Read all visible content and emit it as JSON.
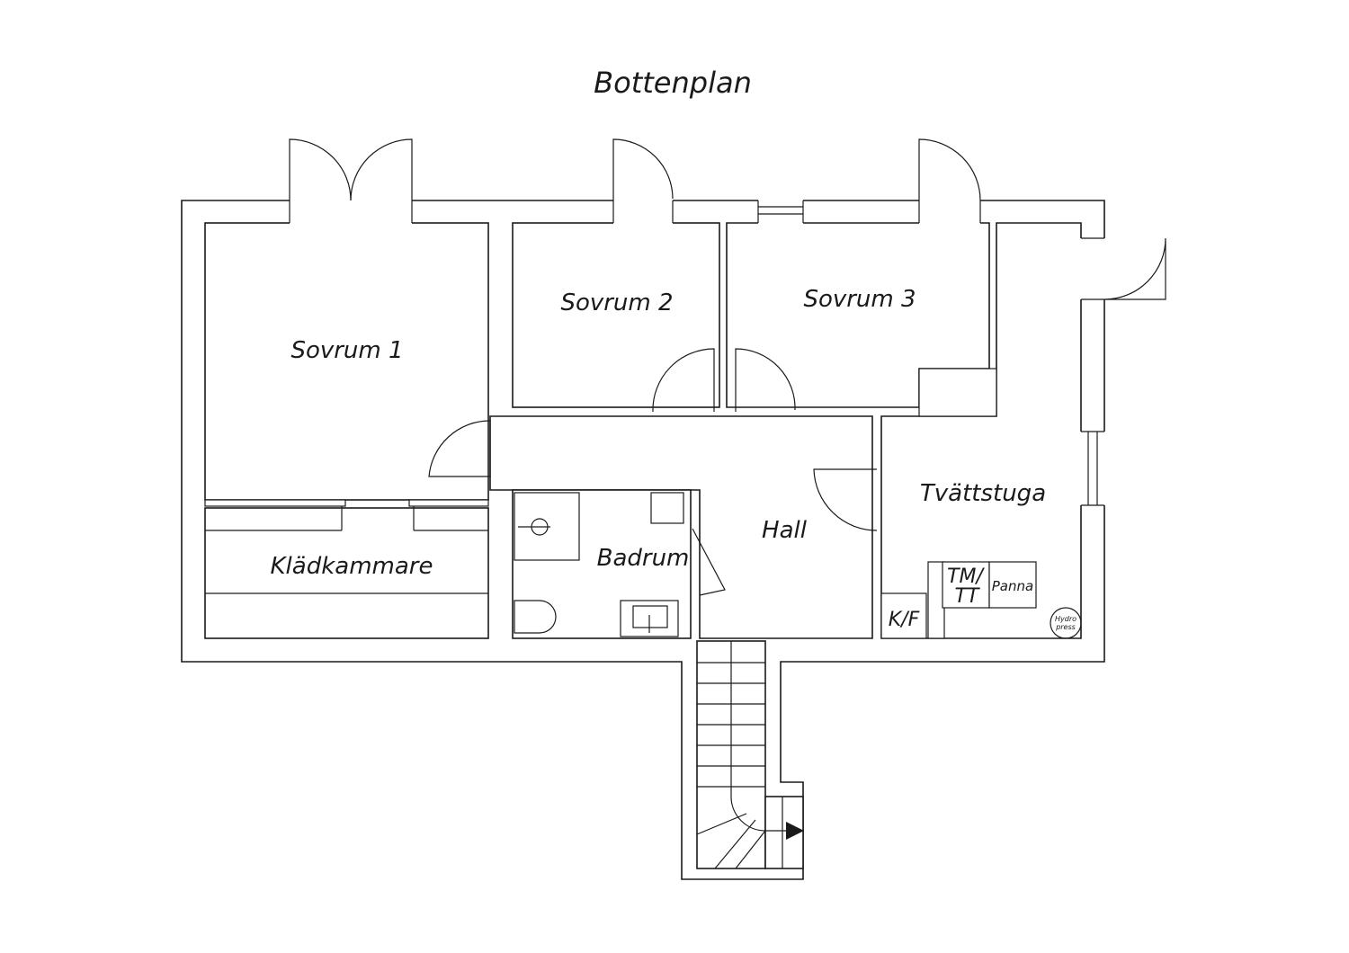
{
  "plan": {
    "title": "Bottenplan",
    "rooms": {
      "sovrum1": "Sovrum 1",
      "sovrum2": "Sovrum 2",
      "sovrum3": "Sovrum 3",
      "kladkammare": "Klädkammare",
      "badrum": "Badrum",
      "hall": "Hall",
      "tvattstuga": "Tvättstuga"
    },
    "fixtures": {
      "kf": "K/F",
      "tm": "TM/",
      "tt": "TT",
      "panna": "Panna",
      "hydro_1": "Hydro",
      "hydro_2": "press"
    }
  }
}
